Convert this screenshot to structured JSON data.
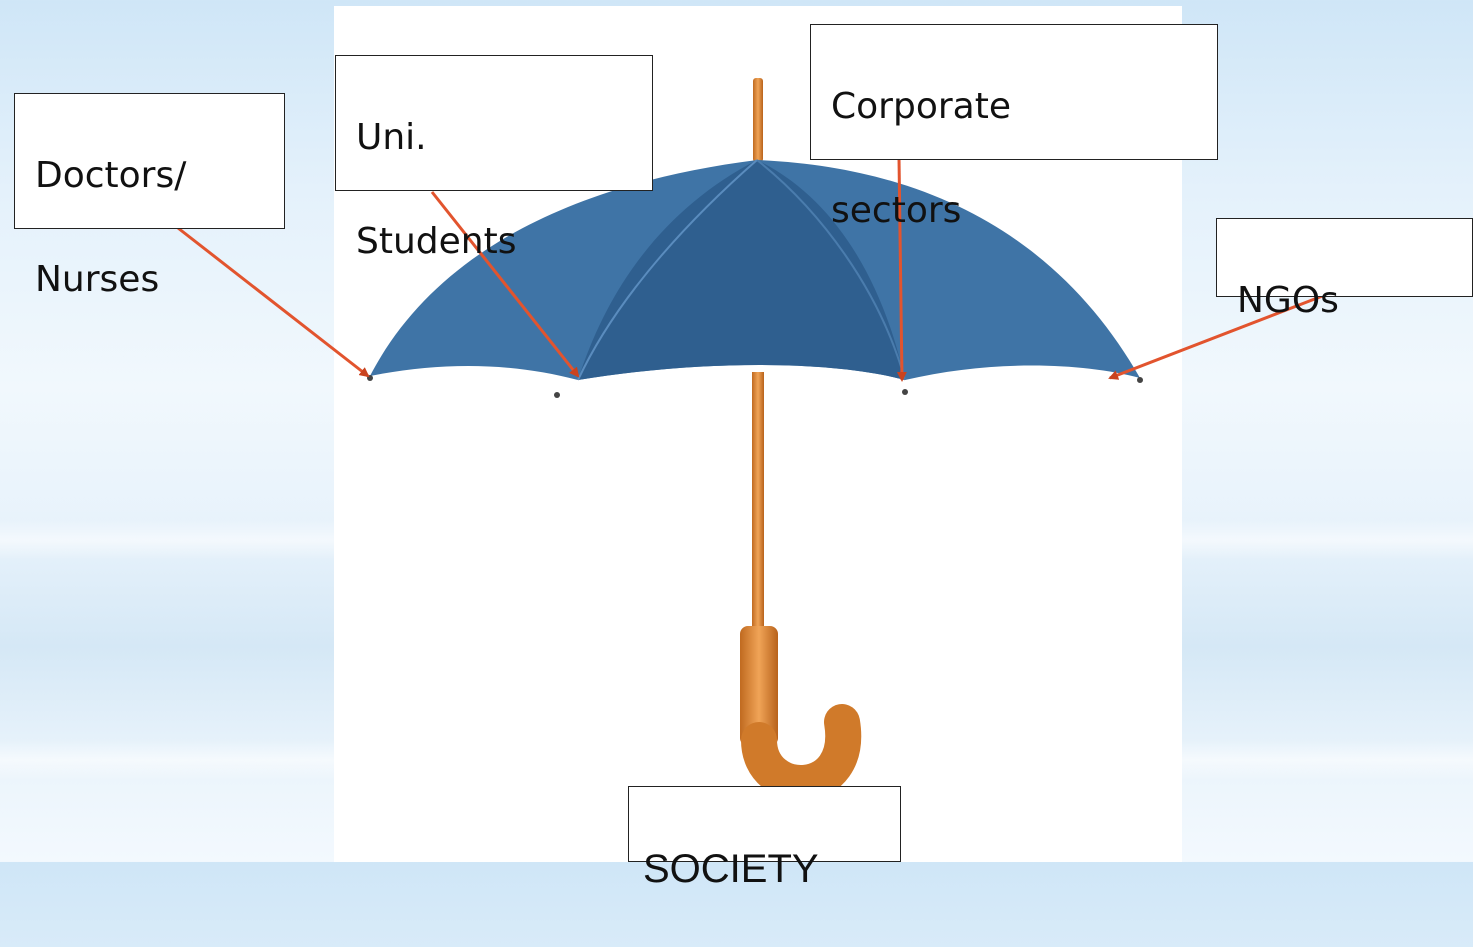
{
  "diagram": {
    "hub_label": "SOCIETY",
    "labels": [
      {
        "id": "doctors",
        "lines": [
          "Doctors/",
          "Nurses"
        ]
      },
      {
        "id": "students",
        "lines": [
          "Uni.",
          "Students"
        ]
      },
      {
        "id": "corporate",
        "lines": [
          "Corporate",
          "sectors"
        ]
      },
      {
        "id": "ngos",
        "lines": [
          "NGOs"
        ]
      }
    ],
    "colors": {
      "canopy": "#3f74a6",
      "canopy_dark": "#2f5f8f",
      "handle": "#d98a3a",
      "arrow": "#e2542e"
    }
  }
}
